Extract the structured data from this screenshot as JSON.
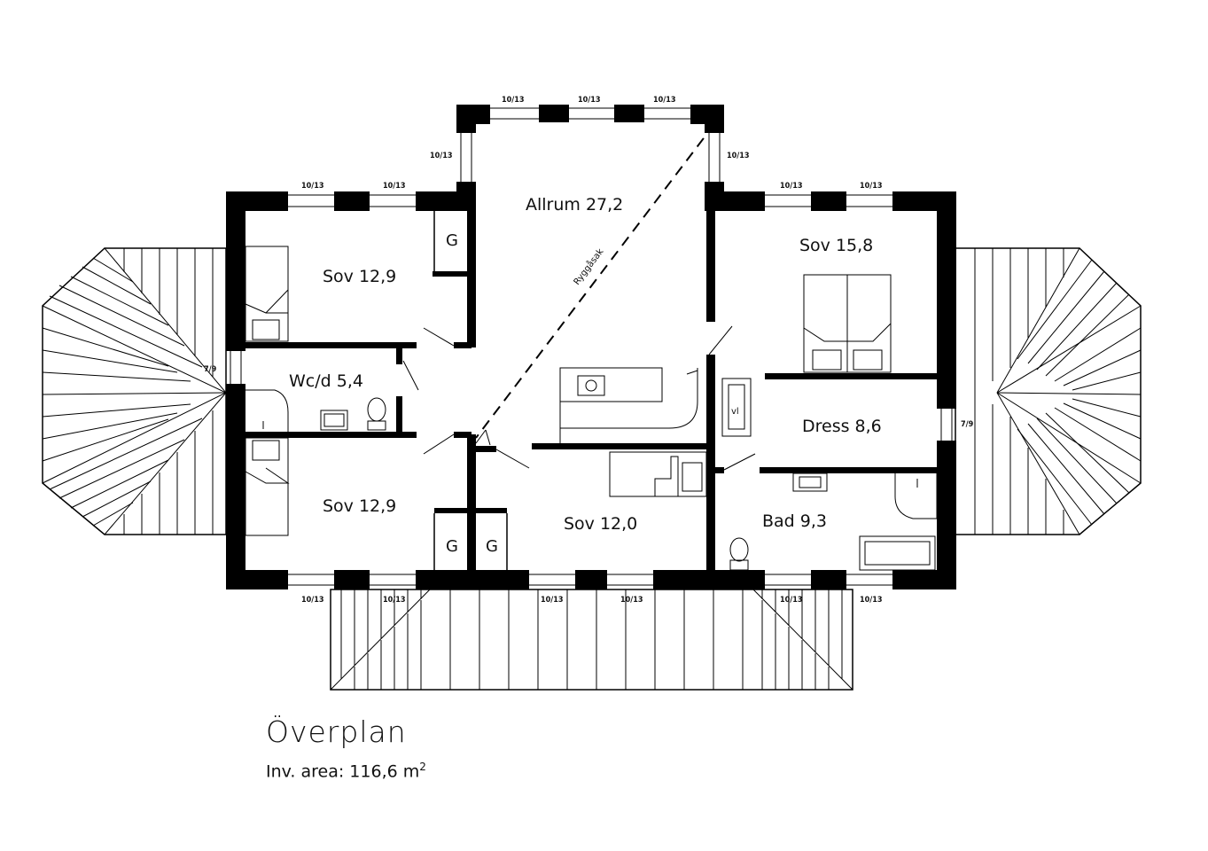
{
  "plan": {
    "title": "Överplan",
    "area_label": "Inv. area: 116,6 m",
    "area_superscript": "2"
  },
  "rooms": {
    "allrum": "Allrum 27,2",
    "sov_nw": "Sov 12,9",
    "wcd": "Wc/d 5,4",
    "sov_sw": "Sov 12,9",
    "sov_s": "Sov 12,0",
    "sov_ne": "Sov 15,8",
    "dress": "Dress 8,6",
    "bad": "Bad 9,3"
  },
  "labels": {
    "closet": "G",
    "vl": "vl",
    "ryggsaksak": "Ryggåsak"
  },
  "windows": {
    "w10_13": "10/13",
    "w7_9": "7/9"
  }
}
